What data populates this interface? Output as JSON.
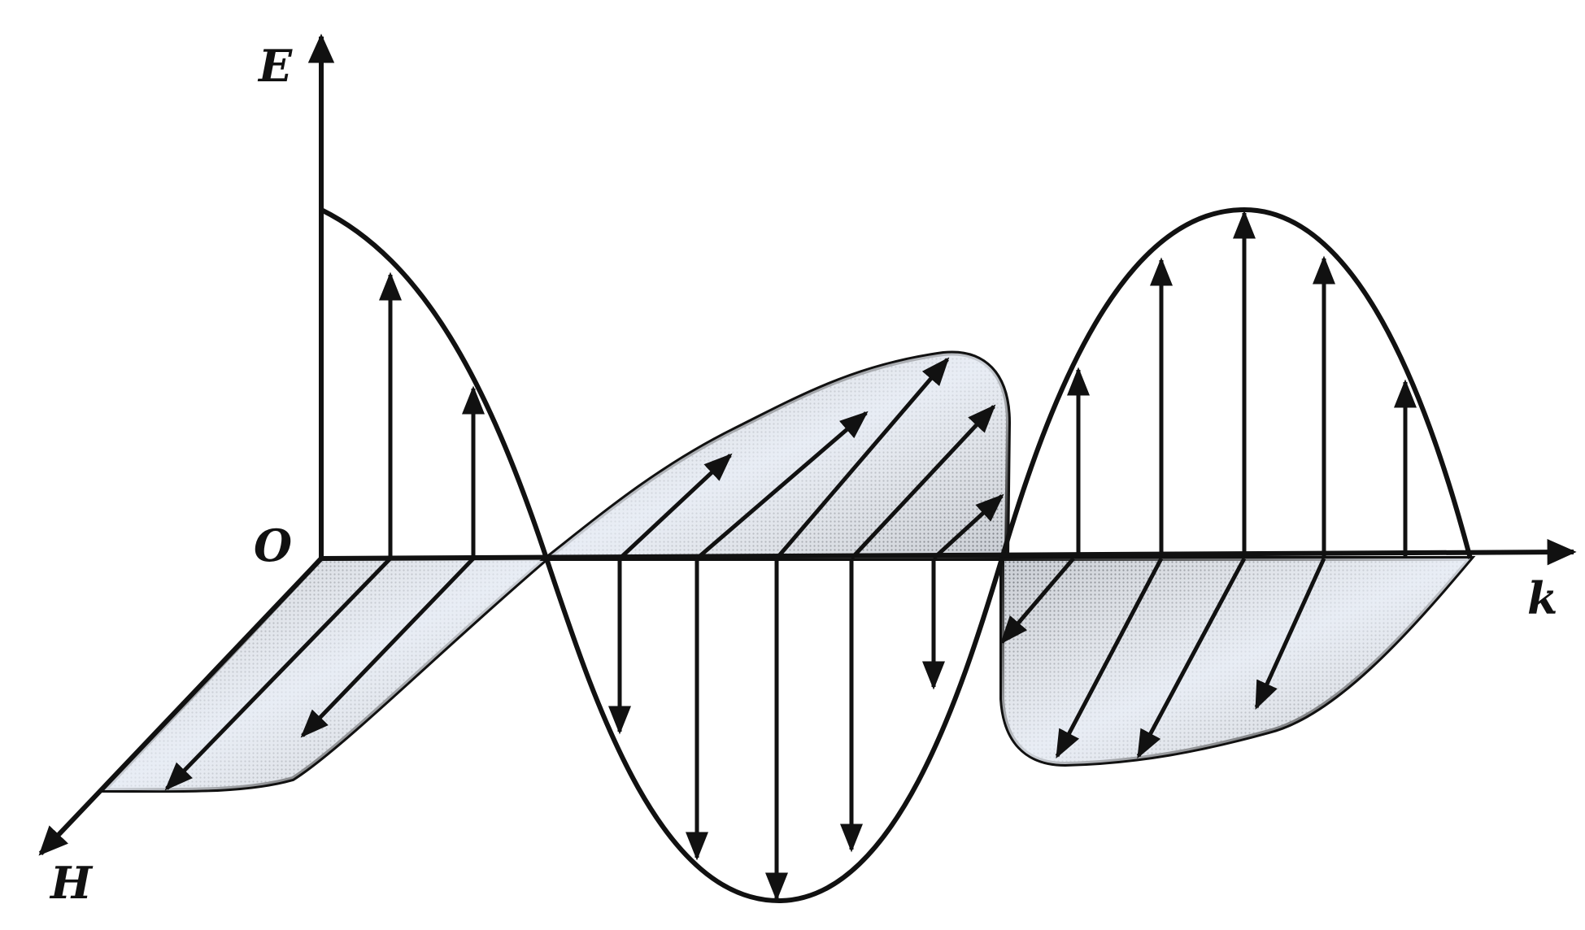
{
  "diagram": {
    "labels": {
      "e_axis": "E",
      "origin": "O",
      "h_axis": "H",
      "k_axis": "k"
    },
    "colors": {
      "ink": "#111111",
      "shade": "#bfc4cc",
      "highlight": "#e8eef8",
      "background": "#ffffff"
    }
  }
}
